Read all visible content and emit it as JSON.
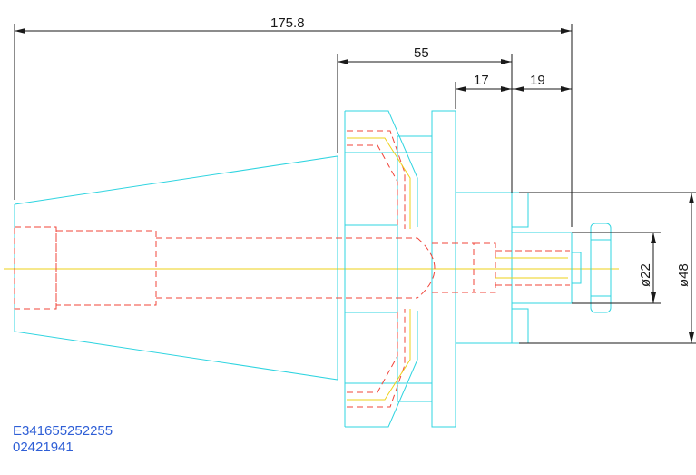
{
  "dimensions": {
    "overall_length": "175.8",
    "flange_length": "55",
    "collar_length": "17",
    "nose_length": "19",
    "inner_diameter": "ø22",
    "outer_diameter": "ø48"
  },
  "part_codes": {
    "line1": "E341655252255",
    "line2": "02421941"
  },
  "colors": {
    "outline": "#2fd4e0",
    "hidden": "#f0443a",
    "centerline": "#eed21a",
    "dimension": "#1a1a1a",
    "code_text": "#2f5fd6"
  }
}
